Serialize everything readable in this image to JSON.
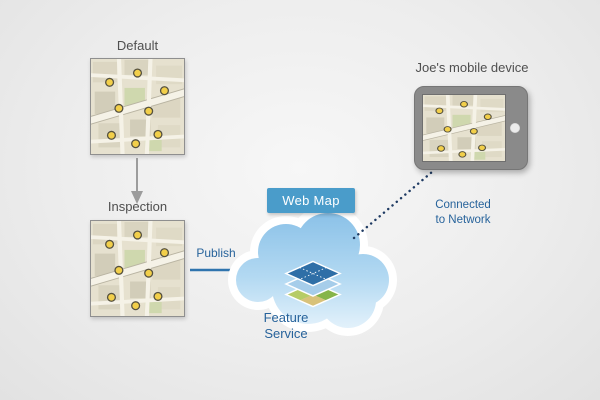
{
  "labels": {
    "default_map": "Default",
    "inspection_map": "Inspection",
    "publish": "Publish",
    "web_map": "Web Map",
    "feature_service": "Feature Service",
    "connected_lines": [
      "Connected",
      "to Network"
    ],
    "device": "Joe's mobile device"
  },
  "colors": {
    "background": "#ededed",
    "badge_blue": "#4a9cca",
    "text_blue": "#27639b",
    "text_dark": "#4f4f4f",
    "cloud_blue": "#a9d2ed",
    "marker_yellow": "#f2cf4a",
    "dotted_line_navy": "#1f3b63",
    "arrow_gray": "#9c9c9c",
    "arrow_blue": "#2f74ae"
  },
  "icons": {
    "map_thumbnail": "map-tile-with-yellow-point-markers",
    "down_arrow": "down-arrow",
    "publish_arrow": "right-arrow",
    "cloud": "cloud",
    "feature_layers": "isometric-map-layers-stack",
    "network_link": "dotted-connection-line",
    "tablet": "tablet-device"
  }
}
